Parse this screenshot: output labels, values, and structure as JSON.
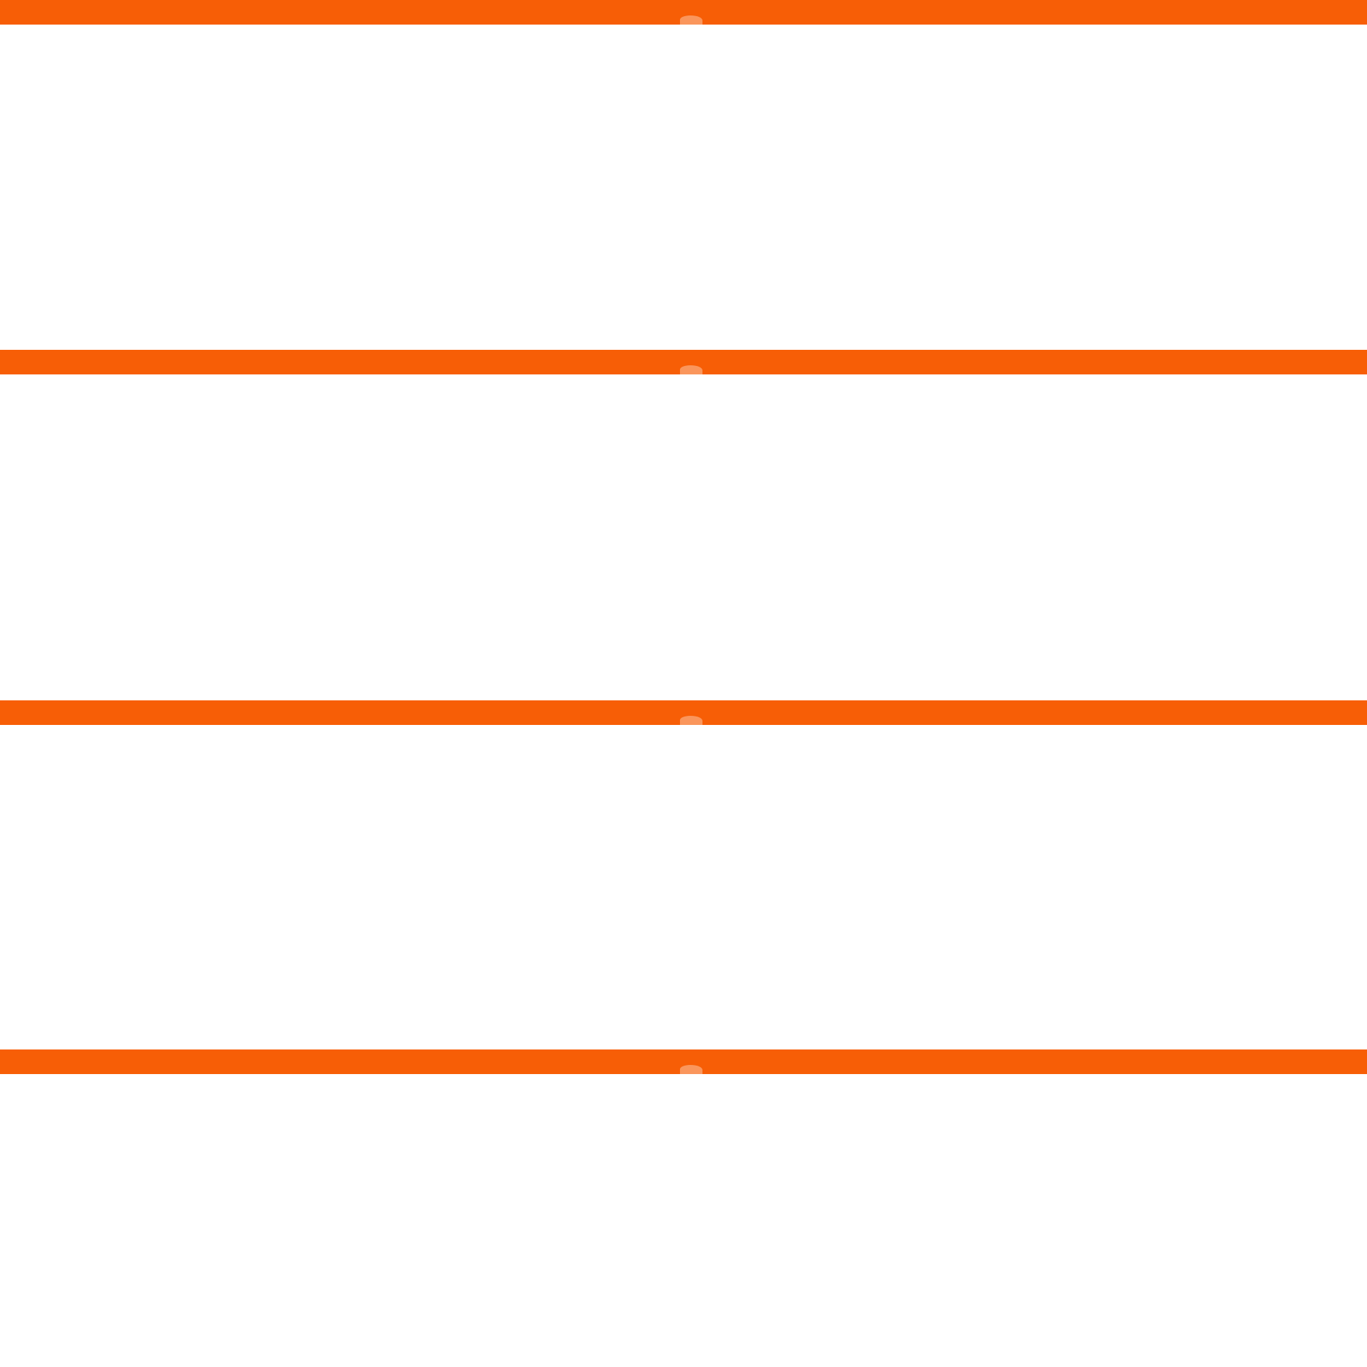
{
  "colors": {
    "accent": "#f75e06",
    "background": "#ffffff"
  },
  "sections": [
    {
      "id": "section-1"
    },
    {
      "id": "section-2"
    },
    {
      "id": "section-3"
    },
    {
      "id": "section-4"
    }
  ]
}
